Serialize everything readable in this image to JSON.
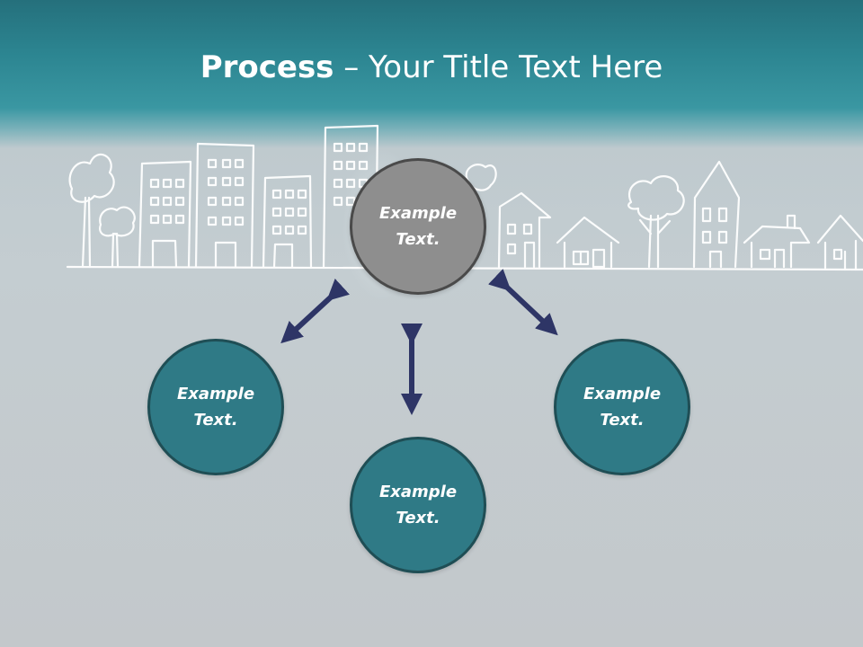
{
  "slide": {
    "title_bold": "Process",
    "title_rest": " – Your Title Text Here"
  },
  "nodes": {
    "center": "Example Text.",
    "left": "Example Text.",
    "bottom": "Example Text.",
    "right": "Example Text."
  },
  "colors": {
    "header": "#2c8591",
    "node_teal": "#2f7a86",
    "node_gray": "#8e8e8e",
    "arrow": "#2e3566"
  }
}
